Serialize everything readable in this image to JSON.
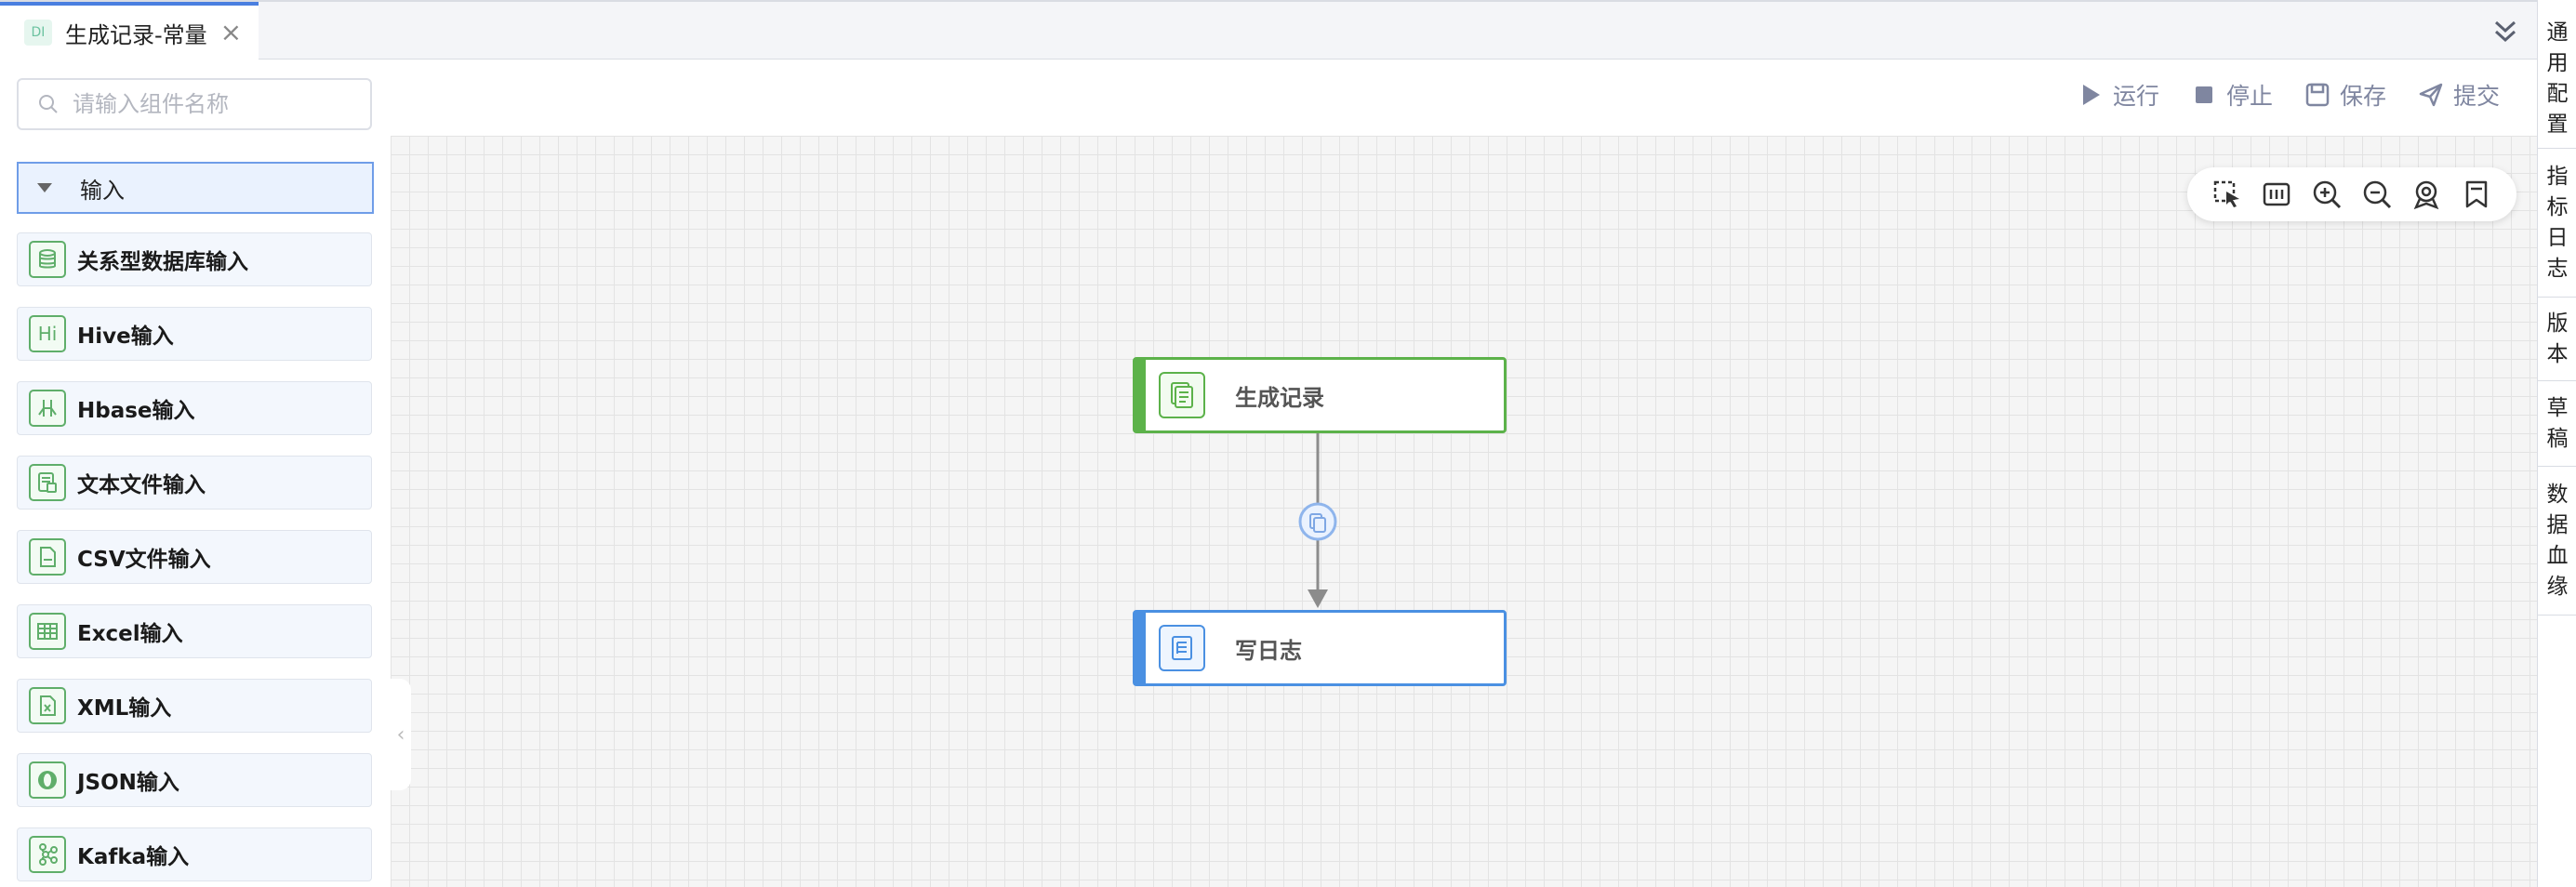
{
  "tab": {
    "icon_text": "DI",
    "title": "生成记录-常量"
  },
  "toolbar": {
    "run": "运行",
    "stop": "停止",
    "save": "保存",
    "submit": "提交"
  },
  "search": {
    "placeholder": "请输入组件名称",
    "value": ""
  },
  "group": {
    "label": "输入"
  },
  "components": [
    {
      "label": "关系型数据库输入",
      "icon": "database-icon"
    },
    {
      "label": "Hive输入",
      "icon": "hive-icon",
      "icon_text": "Hi"
    },
    {
      "label": "Hbase输入",
      "icon": "hbase-icon"
    },
    {
      "label": "文本文件输入",
      "icon": "text-file-icon"
    },
    {
      "label": "CSV文件输入",
      "icon": "csv-file-icon"
    },
    {
      "label": "Excel输入",
      "icon": "excel-table-icon"
    },
    {
      "label": "XML输入",
      "icon": "xml-file-icon"
    },
    {
      "label": "JSON输入",
      "icon": "json-icon"
    },
    {
      "label": "Kafka输入",
      "icon": "kafka-icon"
    }
  ],
  "flow": {
    "nodes": [
      {
        "label": "生成记录",
        "color": "#5cb24a"
      },
      {
        "label": "写日志",
        "color": "#4a90e2"
      }
    ]
  },
  "right_tabs": [
    {
      "label": "通用配置"
    },
    {
      "label": "指标日志"
    },
    {
      "label": "版本"
    },
    {
      "label": "草稿"
    },
    {
      "label": "数据血缘"
    }
  ],
  "colors": {
    "accent": "#4a7fe0",
    "green": "#5cb24a",
    "blue": "#4a90e2",
    "action_text": "#7f86a0"
  }
}
